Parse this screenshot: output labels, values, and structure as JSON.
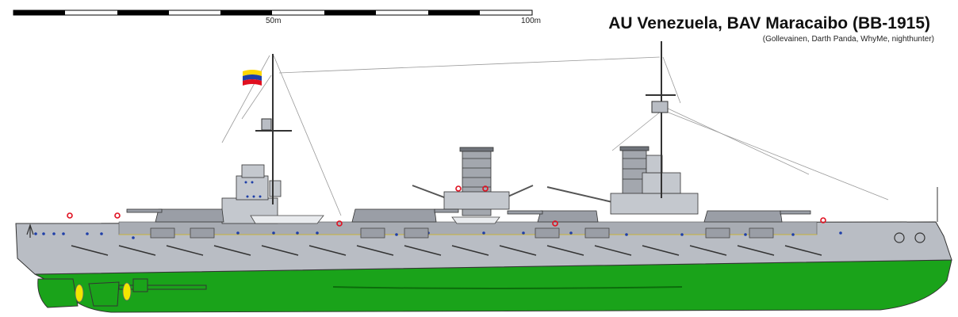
{
  "title": "AU Venezuela, BAV Maracaibo (BB-1915)",
  "credits": "(Gollevainen, Darth Panda, WhyMe, nighthunter)",
  "scale": {
    "mid_label": "50m",
    "end_label": "100m"
  },
  "colors": {
    "hull": "#b9bdc4",
    "hull_dark": "#8b9098",
    "underwater": "#1aa31a",
    "outline": "#333333",
    "propeller": "#f2e600",
    "flag_yellow": "#ffd700",
    "flag_blue": "#1f3fa8",
    "flag_red": "#e01020"
  },
  "icons": [
    "venezuelan-flag-icon",
    "anchor-icon",
    "ship-crest-icon"
  ]
}
